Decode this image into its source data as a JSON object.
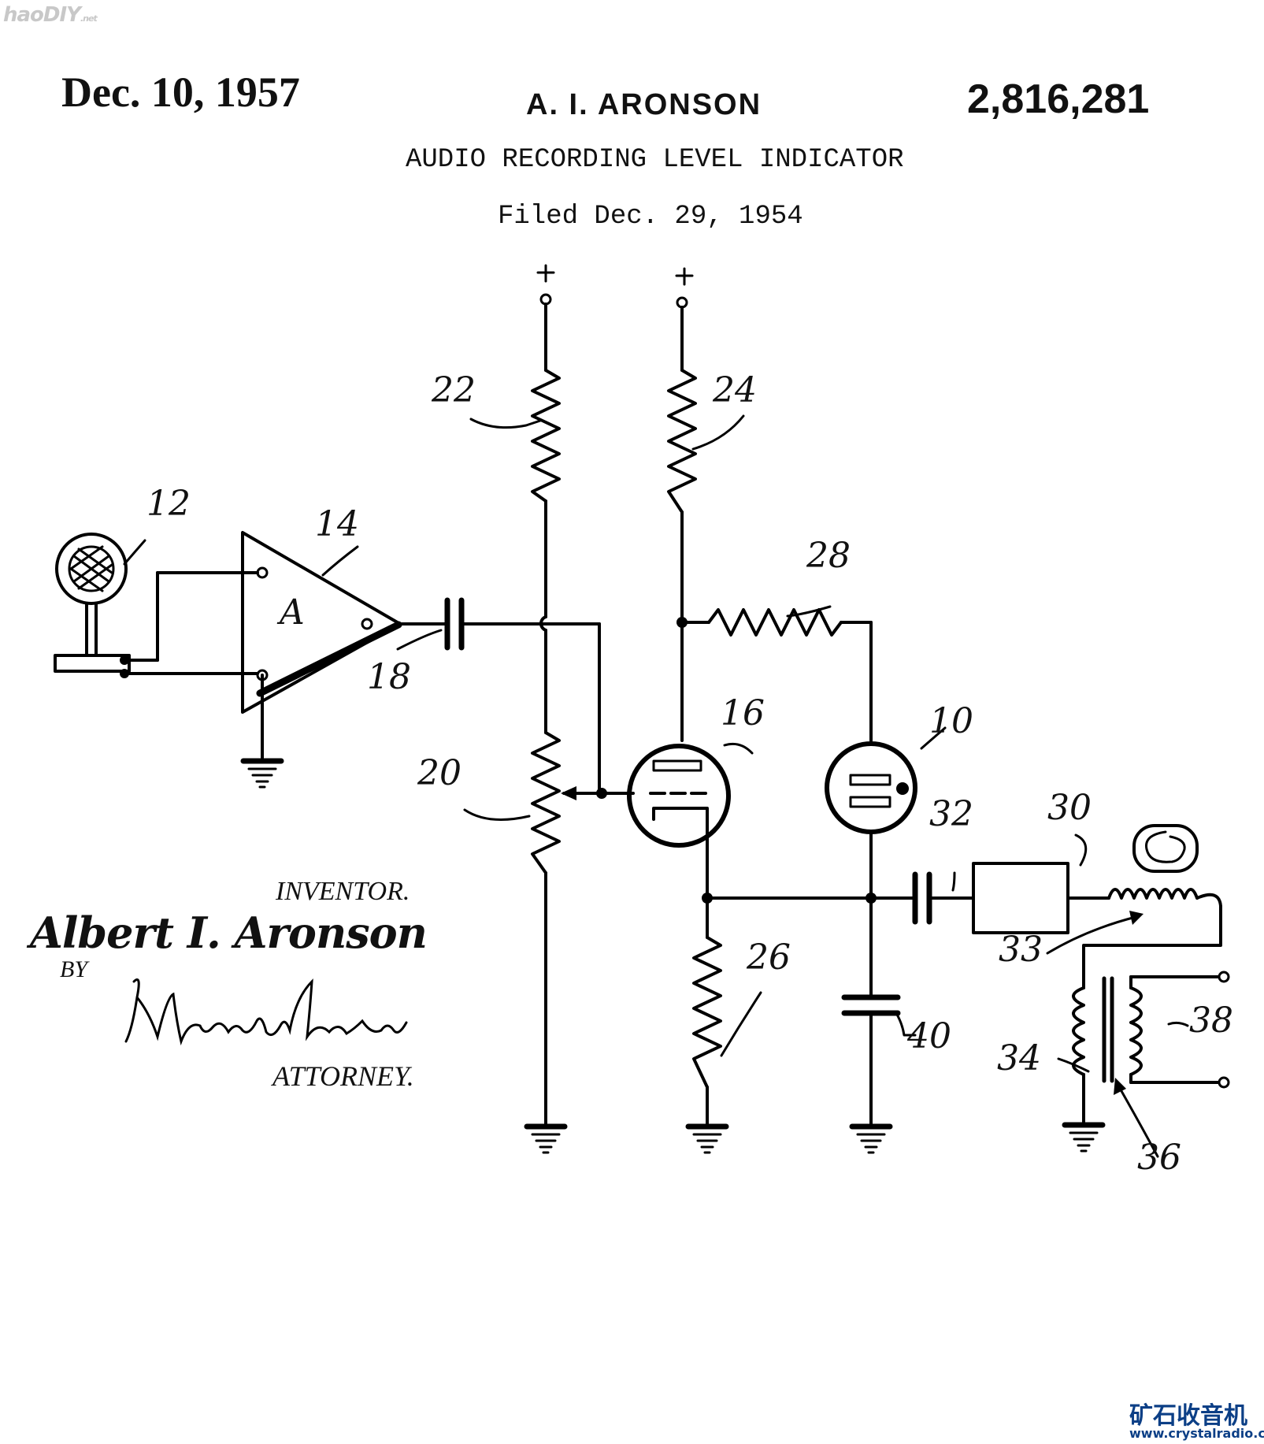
{
  "watermark": {
    "text": "haoDIY",
    "suffix": ".net"
  },
  "header": {
    "date": "Dec. 10, 1957",
    "inventor": "A. I. ARONSON",
    "patent_number": "2,816,281",
    "title": "AUDIO RECORDING LEVEL INDICATOR",
    "filed": "Filed Dec. 29, 1954"
  },
  "amplifier_label": "A",
  "supply_symbol": "+",
  "reference_numerals": {
    "microphone": "12",
    "amplifier": "14",
    "coupling_capacitor": "18",
    "potentiometer": "20",
    "resistor_22": "22",
    "resistor_24": "24",
    "resistor_26": "26",
    "resistor_28": "28",
    "tube_16": "16",
    "indicator_tube": "10",
    "capacitor_32": "32",
    "recorder_unit": "30",
    "record_head": "33",
    "winding_34": "34",
    "core_36": "36",
    "winding_38": "38",
    "capacitor_40": "40"
  },
  "signature_block": {
    "inventor_label": "INVENTOR.",
    "inventor_name": "Albert I. Aronson",
    "by": "BY",
    "attorney_label": "ATTORNEY."
  },
  "footer": {
    "site_name": "矿石收音机",
    "url": "www.crystalradio.cn"
  }
}
